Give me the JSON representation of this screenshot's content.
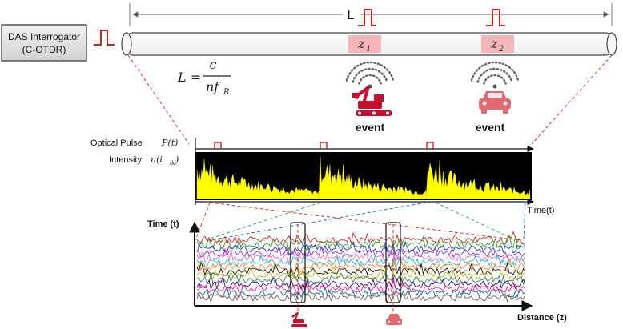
{
  "interrogator": {
    "line1": "DAS Interrogator",
    "line2": "(C-OTDR)"
  },
  "fiber": {
    "length_label": "L"
  },
  "formula": {
    "lhs": "L =",
    "numerator": "c",
    "denominator": "nf",
    "subscript": "R"
  },
  "zones": [
    {
      "label": "z",
      "sub": "1",
      "event_label": "event",
      "source": "excavator-icon"
    },
    {
      "label": "z",
      "sub": "2",
      "event_label": "event",
      "source": "car-icon"
    }
  ],
  "signal": {
    "optical_pulse_label": "Optical Pulse",
    "optical_pulse_symbol": "P(t)",
    "intensity_label": "Intensity",
    "intensity_symbol": "u(t",
    "intensity_sub": "ik",
    "intensity_close": ")",
    "time_axis_label": "Time(t)"
  },
  "waterfall": {
    "y_label": "Time (t)",
    "x_label": "Distance  (z)",
    "trace_count": 14,
    "trace_colors": [
      "#d62728",
      "#2ca02c",
      "#1f3fbf",
      "#8a2be2",
      "#e377c2",
      "#17becf",
      "#ff7f0e",
      "#1a1a1a",
      "#bcbd22",
      "#2e8b57",
      "#4b0082",
      "#ff1493",
      "#0b6e99",
      "#8c564b"
    ]
  },
  "colors": {
    "pulse": "#d11f1f",
    "event": "#c8102e",
    "zone_fill": "#f4b6b8",
    "intensity": "#ffff00",
    "dashed_red": "#d23a2e",
    "dashed_blue": "#2c6fc7",
    "dashed_green": "#3aa85a"
  }
}
